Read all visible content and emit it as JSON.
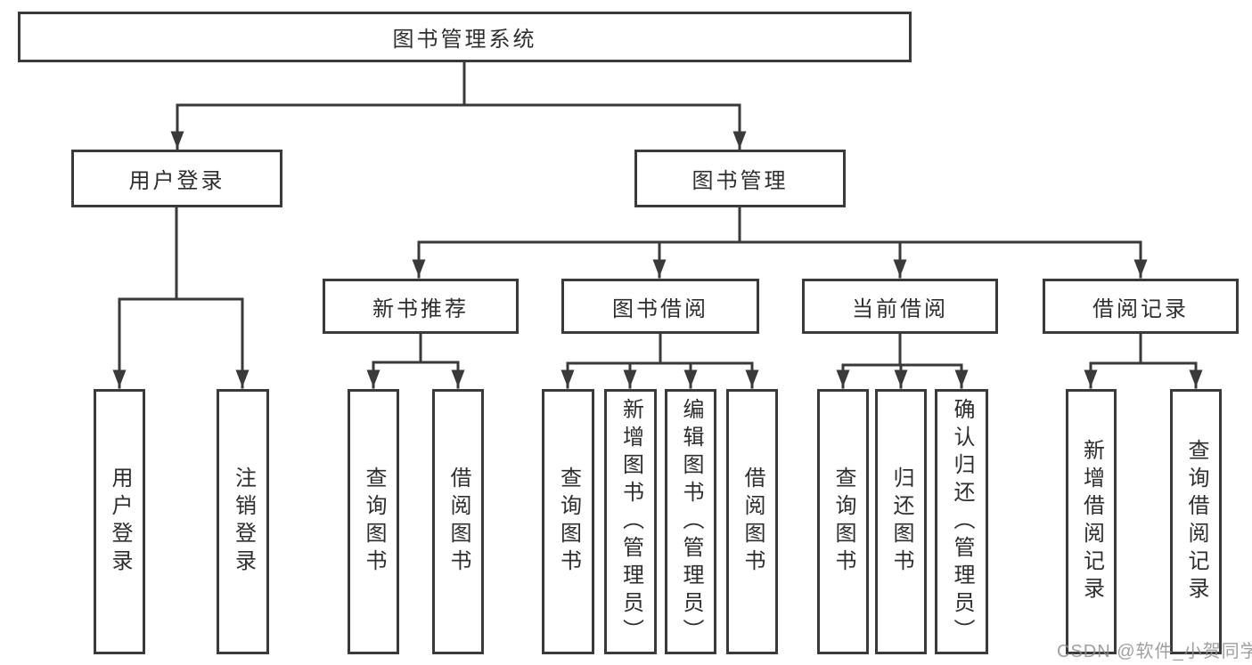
{
  "diagram": {
    "root": {
      "label": "图书管理系统"
    },
    "level1": [
      {
        "label": "用户登录"
      },
      {
        "label": "图书管理"
      }
    ],
    "level2": [
      {
        "label": "新书推荐"
      },
      {
        "label": "图书借阅"
      },
      {
        "label": "当前借阅"
      },
      {
        "label": "借阅记录"
      }
    ],
    "leaves": {
      "user_login": [
        {
          "label": "用户登录"
        },
        {
          "label": "注销登录"
        }
      ],
      "new_books": [
        {
          "label": "查询图书"
        },
        {
          "label": "借阅图书"
        }
      ],
      "book_borrowing": [
        {
          "label": "查询图书"
        },
        {
          "label": "新增图书（管理员）"
        },
        {
          "label": "编辑图书（管理员）"
        },
        {
          "label": "借阅图书"
        }
      ],
      "current_borrowing": [
        {
          "label": "查询图书"
        },
        {
          "label": "归还图书"
        },
        {
          "label": "确认归还（管理员）"
        }
      ],
      "borrowing_records": [
        {
          "label": "新增借阅记录"
        },
        {
          "label": "查询借阅记录"
        }
      ]
    },
    "watermark": "CSDN @软件_小贺同学"
  }
}
